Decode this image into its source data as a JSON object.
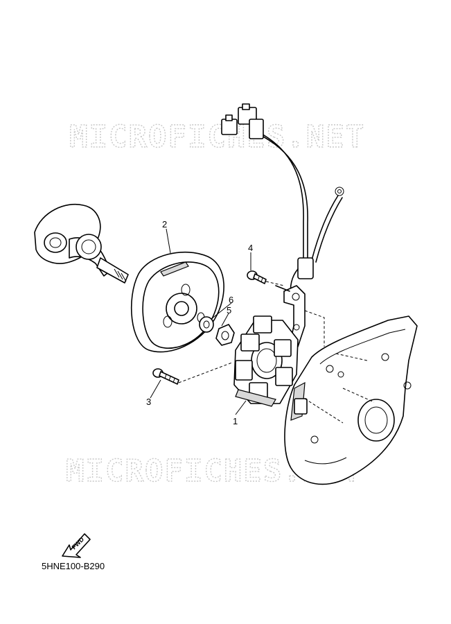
{
  "watermark": {
    "top": "MICROFICHES.NET",
    "bottom": "MICROFICHES.NET"
  },
  "callouts": {
    "p1": "1",
    "p2": "2",
    "p3": "3",
    "p4": "4",
    "p5": "5",
    "p6": "6"
  },
  "fwd_label": "FWD",
  "diagram_code": "5HNE100-B290"
}
